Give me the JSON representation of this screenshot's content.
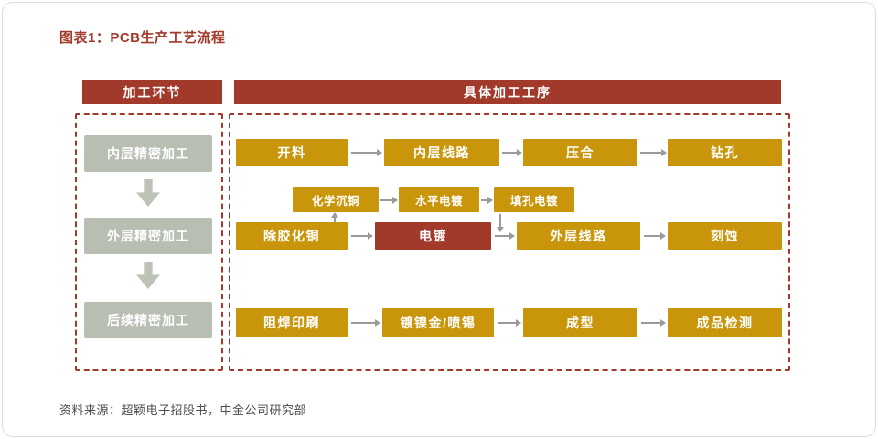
{
  "title": "图表1：PCB生产工艺流程",
  "source": "资料来源：超颖电子招股书，中金公司研究部",
  "columns": {
    "left_header": "加工环节",
    "right_header": "具体加工工序"
  },
  "stages": [
    {
      "label": "内层精密加工"
    },
    {
      "label": "外层精密加工"
    },
    {
      "label": "后续精密加工"
    }
  ],
  "flow": {
    "row1": [
      "开料",
      "内层线路",
      "压合",
      "钻孔"
    ],
    "row2": [
      "化学沉铜",
      "水平电镀",
      "填孔电镀"
    ],
    "row3": [
      "除胶化铜",
      "电镀",
      "外层线路",
      "刻蚀"
    ],
    "row4": [
      "阻焊印刷",
      "镀镍金/喷锡",
      "成型",
      "成品检测"
    ]
  },
  "highlight_step": "电镀",
  "colors": {
    "maroon": "#A23A2B",
    "gold": "#C8950B",
    "gray_green": "#B9BEB3",
    "arrow_gray": "#9A9A9A"
  }
}
